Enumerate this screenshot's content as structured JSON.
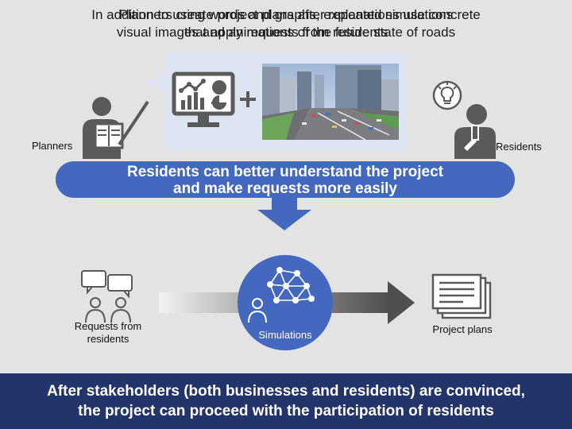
{
  "top": {
    "caption_line1": "In addition to using words and graphs, explanations use concrete",
    "caption_line2": "visual images and animations of the future state of roads",
    "planners_label": "Planners",
    "residents_label": "Residents",
    "banner_line1": "Residents can better understand the project",
    "banner_line2": "and make requests more easily"
  },
  "middle": {
    "caption_line1": "Planners create project plans after repeated simulations",
    "caption_line2": "that apply requests from residents",
    "requests_label_line1": "Requests from",
    "requests_label_line2": "residents",
    "simulations_label": "Simulations",
    "project_plans_label": "Project plans"
  },
  "footer": {
    "line1": "After stakeholders (both businesses and residents) are convinced,",
    "line2": "the project can proceed with the participation of residents"
  },
  "colors": {
    "accent_blue": "#4468bd",
    "light_blue": "#dce4f2",
    "footer_navy": "#22346a",
    "icon_gray": "#5a5a5a"
  },
  "icons": [
    "presenter-icon",
    "chart-monitor-icon",
    "plus-icon",
    "city-rendering-image",
    "resident-thinking-icon",
    "lightbulb-icon",
    "down-arrow-icon",
    "speech-bubbles-icon",
    "people-icon",
    "network-icon",
    "person-icon",
    "right-arrow-icon",
    "documents-icon"
  ]
}
